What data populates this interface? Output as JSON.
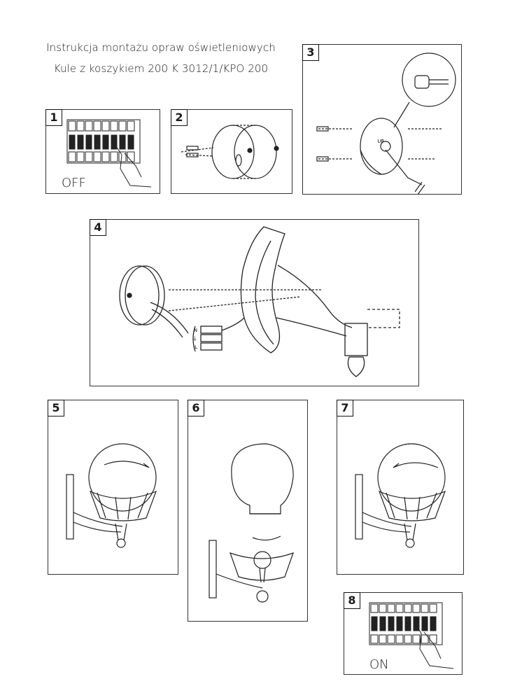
{
  "header": {
    "line1": "Instrukcja montażu opraw oświetleniowych",
    "line2": "Kule z koszykiem 200 K 3012/1/KPO 200"
  },
  "steps": [
    {
      "number": "1",
      "label": "OFF"
    },
    {
      "number": "2"
    },
    {
      "number": "3",
      "mark": "UP"
    },
    {
      "number": "4",
      "terminals": [
        "N",
        "⏚",
        "L"
      ]
    },
    {
      "number": "5"
    },
    {
      "number": "6"
    },
    {
      "number": "7"
    },
    {
      "number": "8",
      "label": "ON"
    }
  ]
}
